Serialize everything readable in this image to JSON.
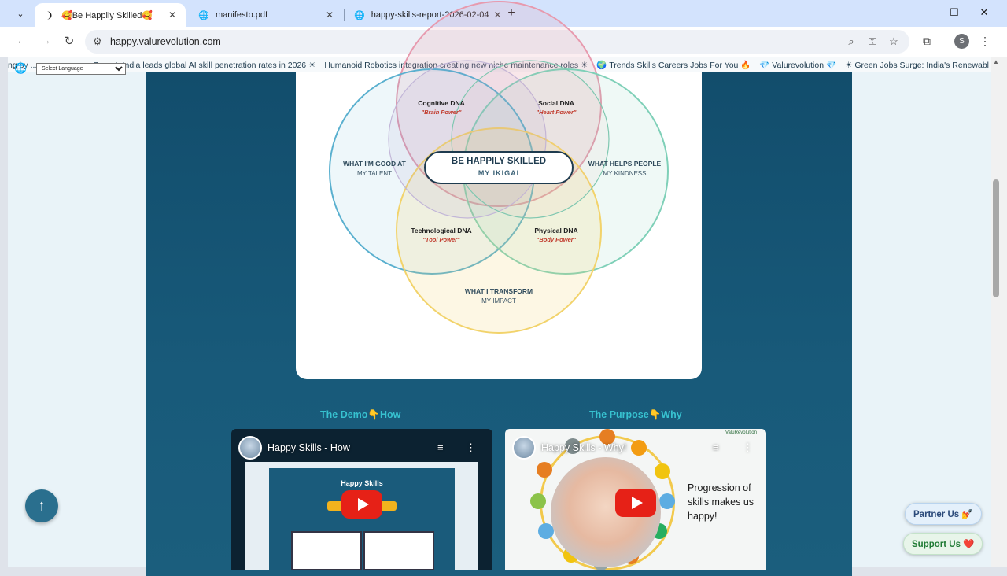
{
  "browser": {
    "tabs": [
      {
        "title": "🥰Be Happily Skilled🥰",
        "active": true
      },
      {
        "title": "manifesto.pdf",
        "active": false
      },
      {
        "title": "happy-skills-report-2026-02-04",
        "active": false
      }
    ],
    "url": "happy.valurevolution.com",
    "profile_initial": "S"
  },
  "page": {
    "ticker": [
      "ng by ...",
      "Report: India leads global AI skill penetration rates in 2026 ☀",
      "Humanoid Robotics integration creating new niche maintenance roles ☀",
      "🌍 Trends Skills Careers Jobs For You 🔥",
      "💎 Valurevolution 💎",
      "☀ Green Jobs Surge: India's Renewabl"
    ],
    "language_select": "Select Language",
    "venn": {
      "center_title": "BE HAPPILY SKILLED",
      "center_subtitle": "MY IKIGAI",
      "left_title": "WHAT I'M GOOD AT",
      "left_subtitle": "MY TALENT",
      "right_title": "WHAT HELPS PEOPLE",
      "right_subtitle": "MY KINDNESS",
      "bottom_title": "WHAT I TRANSFORM",
      "bottom_subtitle": "MY IMPACT",
      "cognitive": "Cognitive DNA",
      "cognitive_sub": "\"Brain Power\"",
      "social": "Social DNA",
      "social_sub": "\"Heart Power\"",
      "technological": "Technological DNA",
      "technological_sub": "\"Tool Power\"",
      "physical": "Physical DNA",
      "physical_sub": "\"Body Power\""
    },
    "sections": {
      "demo": "The Demo👇How",
      "purpose": "The Purpose👇Why"
    },
    "videos": {
      "how_title": "Happy Skills - How",
      "how_mini_title": "Happy Skills",
      "why_title": "Happy Skills - Why!",
      "why_text": "Progression of skills makes us happy!",
      "why_logo": "ValuRevolution"
    },
    "buttons": {
      "back_to_top": "↑",
      "partner": "Partner Us 💅",
      "support": "Support Us ❤️"
    }
  },
  "colors": {
    "hero_bg": "#124d6c",
    "accent_teal": "#37c2d0",
    "circle_blue": "#5ab0cf",
    "circle_pink": "#e79aae",
    "circle_green": "#7fd0b8",
    "circle_yellow": "#f2d36b"
  }
}
